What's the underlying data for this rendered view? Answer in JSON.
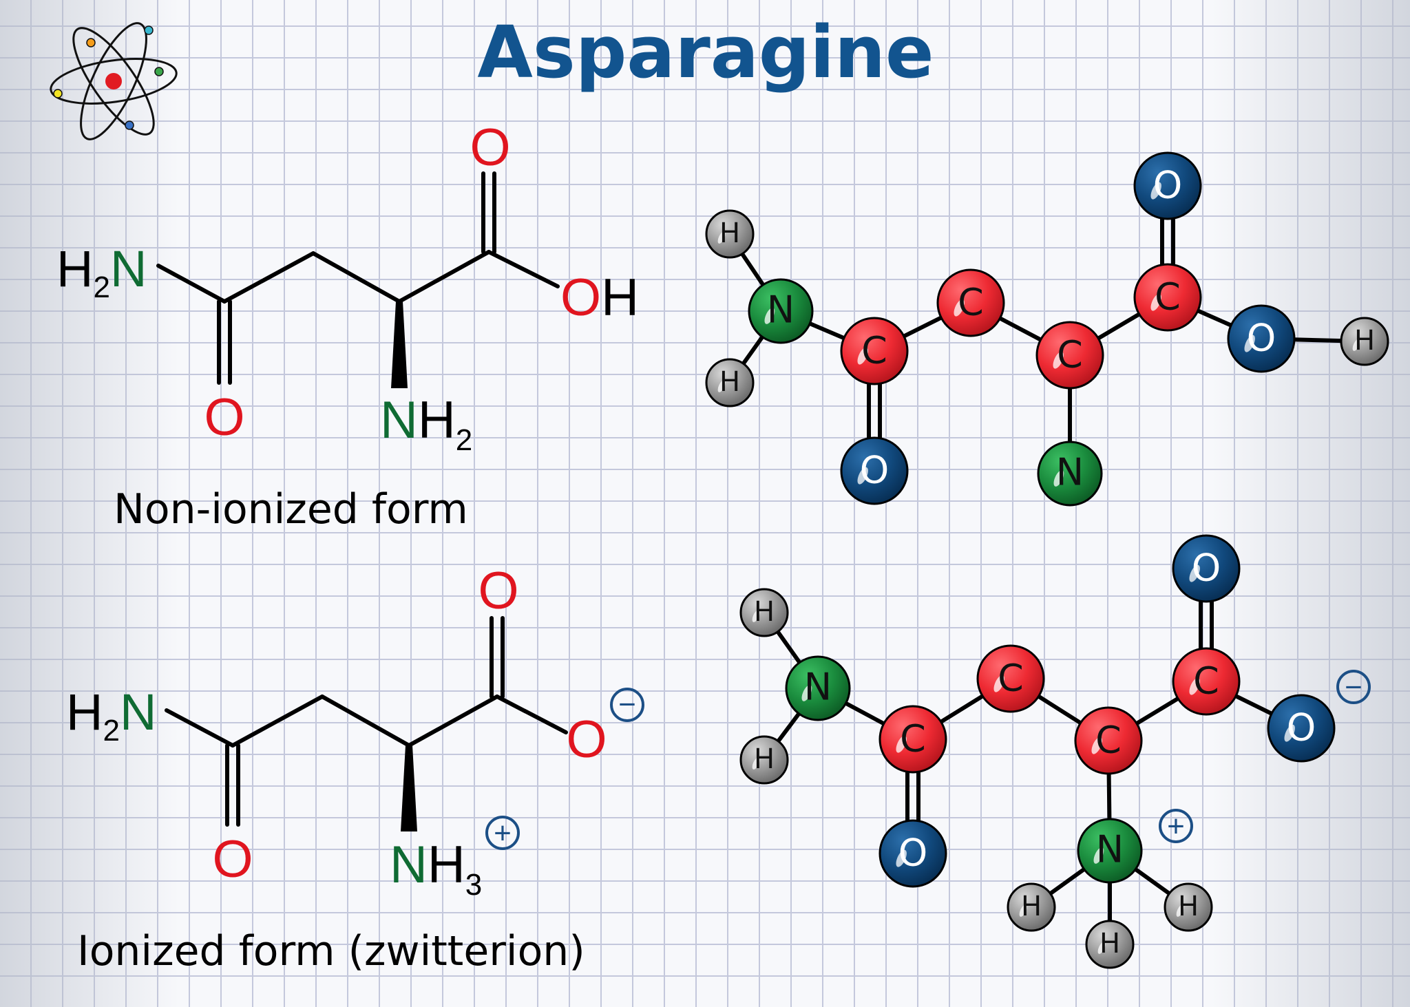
{
  "title": "Asparagine",
  "colors": {
    "bond": "#000000",
    "oxygen_label": "#e0151f",
    "nitrogen_label": "#0f6b33",
    "title": "#12548f",
    "charge": "#1c4f86",
    "ball_carbon": "#ee2a33",
    "ball_oxygen": "#11497d",
    "ball_nitrogen": "#1a8b3d",
    "ball_hydrogen": "#9a9a9a"
  },
  "top_formula": {
    "caption": "Non-ionized form",
    "amide_n": {
      "h": "H",
      "h_sub": "2",
      "n": "N"
    },
    "amide_o": "O",
    "acid_o_top": "O",
    "acid_oh": {
      "o": "O",
      "h": "H"
    },
    "alpha_amine": {
      "n": "N",
      "h": "H",
      "h_sub": "2"
    }
  },
  "bottom_formula": {
    "caption": "Ionized form  (zwitterion)",
    "amide_n": {
      "h": "H",
      "h_sub": "2",
      "n": "N"
    },
    "amide_o": "O",
    "acid_o_top": "O",
    "acid_o_minus": "O",
    "minus": "−",
    "alpha_amine": {
      "n": "N",
      "h": "H",
      "h_sub": "3"
    },
    "plus": "+"
  },
  "top_model": {
    "atoms": {
      "h1": "H",
      "h2": "H",
      "n": "N",
      "c1": "C",
      "o1": "O",
      "c2": "C",
      "c3": "C",
      "n2": "N",
      "c4": "C",
      "o2": "O",
      "o3": "O",
      "h3": "H"
    }
  },
  "bottom_model": {
    "atoms": {
      "h1": "H",
      "h2": "H",
      "n": "N",
      "c1": "C",
      "o1": "O",
      "c2": "C",
      "c3": "C",
      "n2": "N",
      "h4": "H",
      "h5": "H",
      "h6": "H",
      "c4": "C",
      "o2": "O",
      "o3": "O"
    },
    "minus": "−",
    "plus": "+"
  }
}
